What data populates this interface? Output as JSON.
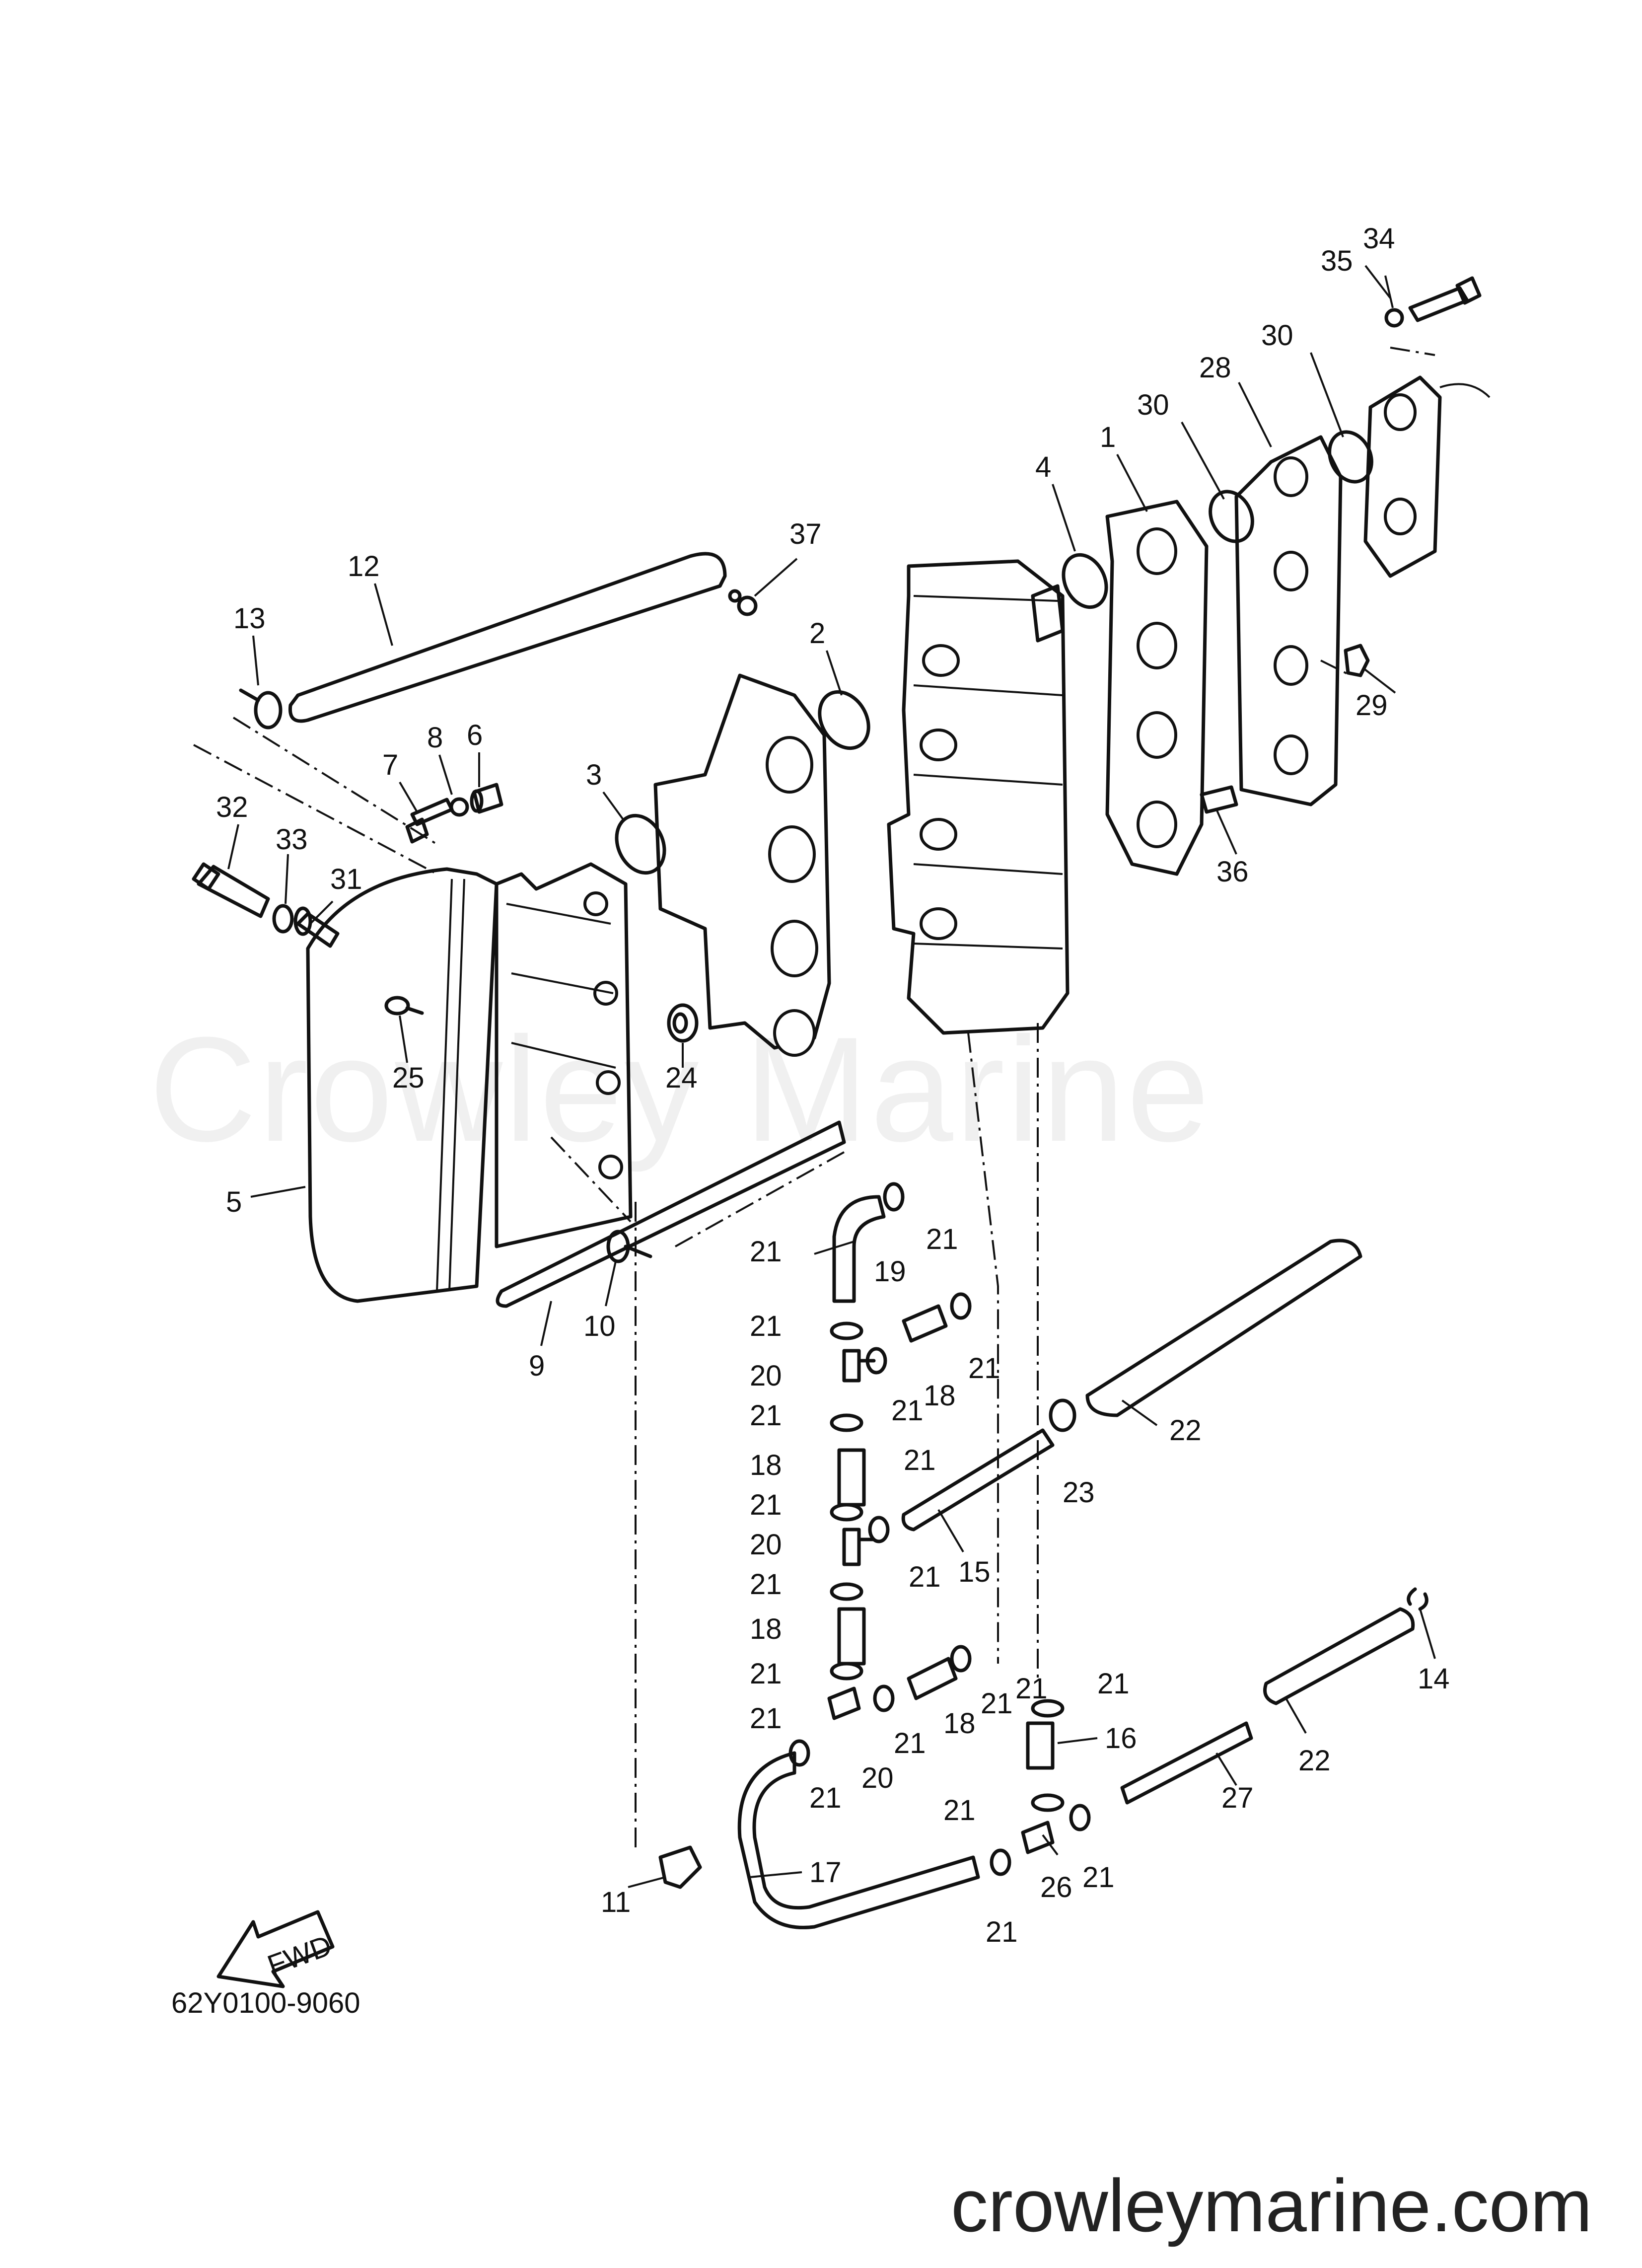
{
  "diagram": {
    "reference_code": "62Y0100-9060",
    "watermark": "Crowley Marine",
    "website": "crowleymarine.com",
    "fwd_label": "FWD",
    "part_callouts": [
      "1",
      "2",
      "3",
      "4",
      "5",
      "6",
      "7",
      "8",
      "9",
      "10",
      "11",
      "12",
      "13",
      "14",
      "15",
      "16",
      "17",
      "18",
      "18",
      "18",
      "18",
      "19",
      "20",
      "20",
      "20",
      "21",
      "21",
      "21",
      "21",
      "21",
      "21",
      "21",
      "21",
      "21",
      "21",
      "21",
      "21",
      "21",
      "21",
      "21",
      "21",
      "21",
      "21",
      "21",
      "21",
      "22",
      "22",
      "23",
      "24",
      "25",
      "26",
      "27",
      "28",
      "29",
      "30",
      "30",
      "31",
      "32",
      "33",
      "34",
      "35",
      "36",
      "37"
    ]
  }
}
